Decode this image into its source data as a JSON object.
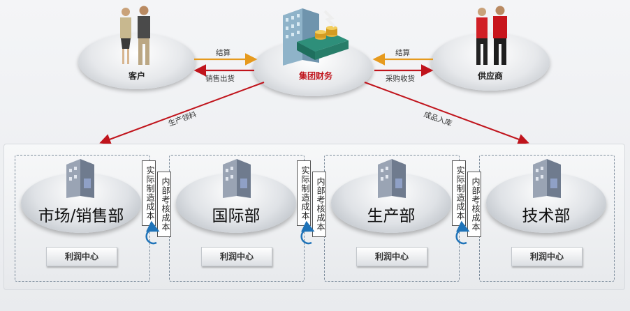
{
  "top": {
    "left_node": "客户",
    "center_node": "集团财务",
    "right_node": "供应商",
    "arrows": {
      "left_upper": "结算",
      "left_lower": "销售出货",
      "right_upper": "结算",
      "right_lower": "采购收货",
      "diag_left": "生产领料",
      "diag_right": "成品入库"
    }
  },
  "departments": [
    {
      "name": "市场/销售部",
      "profit_center": "利润中心"
    },
    {
      "name": "国际部",
      "profit_center": "利润中心"
    },
    {
      "name": "生产部",
      "profit_center": "利润中心"
    },
    {
      "name": "技术部",
      "profit_center": "利润中心"
    }
  ],
  "transfer_labels": {
    "actual_cost": "实际制造成本",
    "internal_cost": "内部考核成本"
  },
  "colors": {
    "arrow_orange": "#e69a1e",
    "arrow_red": "#c0141c",
    "center_text": "#c0141c"
  }
}
